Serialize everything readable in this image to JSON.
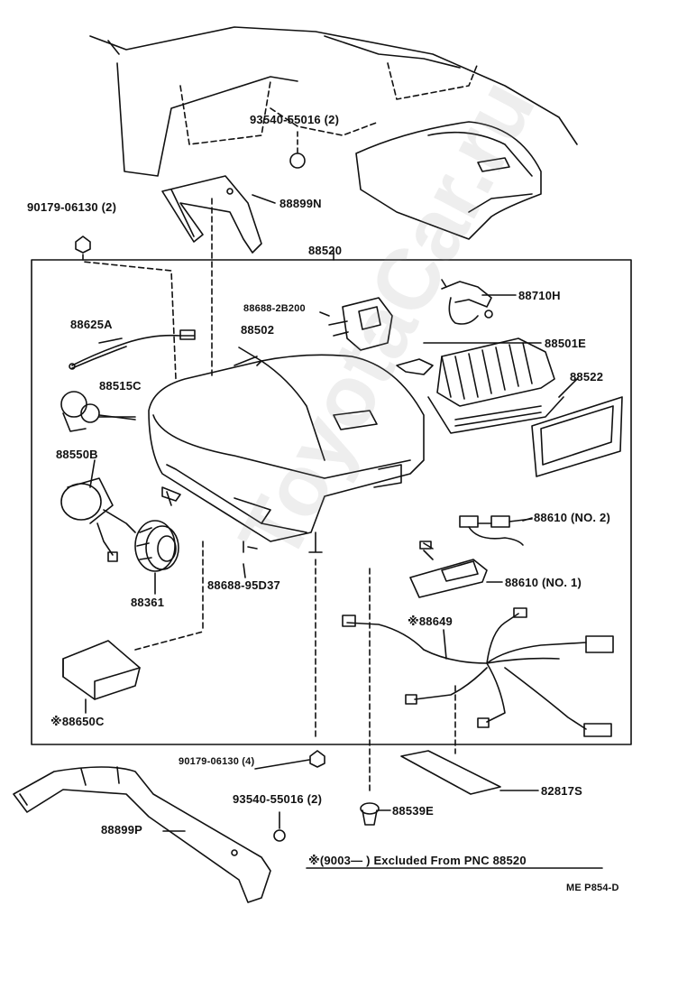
{
  "watermark": "ToyotaCar.ru",
  "labels": {
    "bolt_top": "93540-55016 (2)",
    "nut_left": "90179-06130 (2)",
    "bracket_top": "88899N",
    "assembly": "88520",
    "sensor_bracket": "88688-2B200",
    "expansion_valve": "88710H",
    "sensor_88625a": "88625A",
    "case": "88502",
    "evaporator": "88501E",
    "filter": "88522",
    "resistor": "88515C",
    "motor": "88550B",
    "fan": "88361",
    "bracket_bottom": "88688-95D37",
    "harness_no2": "88610 (NO. 2)",
    "harness_no1": "88610 (NO. 1)",
    "wire_harness": "※88649",
    "amplifier": "※88650C",
    "nut_bottom": "90179-06130 (4)",
    "bolt_bottom": "93540-55016 (2)",
    "plug": "88539E",
    "pad": "82817S",
    "bracket_long": "88899P",
    "note": "※(9003―         ) Excluded From PNC 88520",
    "doc_code": "ME P854-D"
  }
}
